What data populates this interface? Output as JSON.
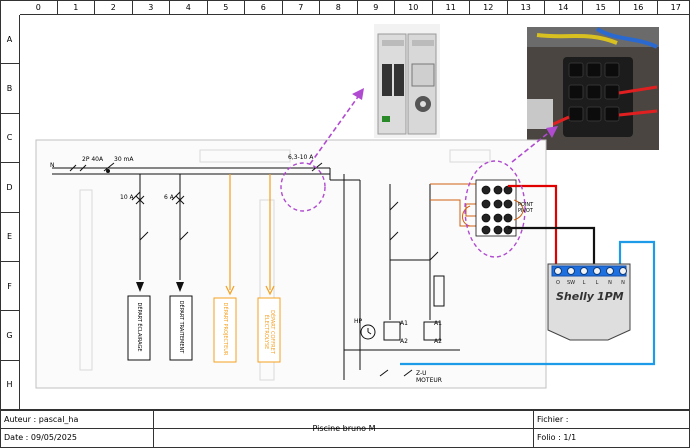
{
  "grid": {
    "columns": [
      "0",
      "1",
      "2",
      "3",
      "4",
      "5",
      "6",
      "7",
      "8",
      "9",
      "10",
      "11",
      "12",
      "13",
      "14",
      "15",
      "16",
      "17"
    ],
    "rows": [
      "A",
      "B",
      "C",
      "D",
      "E",
      "F",
      "G",
      "H"
    ]
  },
  "title_block": {
    "author": "Auteur : pascal_ha",
    "date": "Date : 09/05/2025",
    "project": "Piscine bruno M",
    "file": "Fichier :",
    "folio": "Folio : 1/1"
  },
  "schematic_labels": {
    "main_breaker": "2P 40A",
    "rcd": "30 mA",
    "breaker_1": "10 A",
    "breaker_2": "6 A",
    "motor_breaker": "6,3-10 A",
    "depart_1": "DÉPART ÉCLAIRAGE",
    "depart_2": "DÉPART TRAITEMENT",
    "depart_3": "DÉPART PROJECTEUR",
    "depart_4": "DÉPART COFFRET ÉLECTROLYSE",
    "motor": "Z-U MOTEUR",
    "point_pivot": "POINT PIVOT",
    "hp_label": "HP",
    "coil_1": "A1",
    "coil_1b": "A2",
    "coil_2": "A1",
    "coil_2b": "A2",
    "n_label": "N"
  },
  "shelly": {
    "brand": "Shelly",
    "model": "1PM",
    "terminals": [
      "O",
      "SW",
      "L",
      "L",
      "N",
      "N"
    ]
  },
  "colors": {
    "red_wire": "#e00000",
    "black_wire": "#111111",
    "blue_wire": "#1e9be8",
    "annotation": "#b04ad0",
    "orange_trace": "#f4a020"
  }
}
